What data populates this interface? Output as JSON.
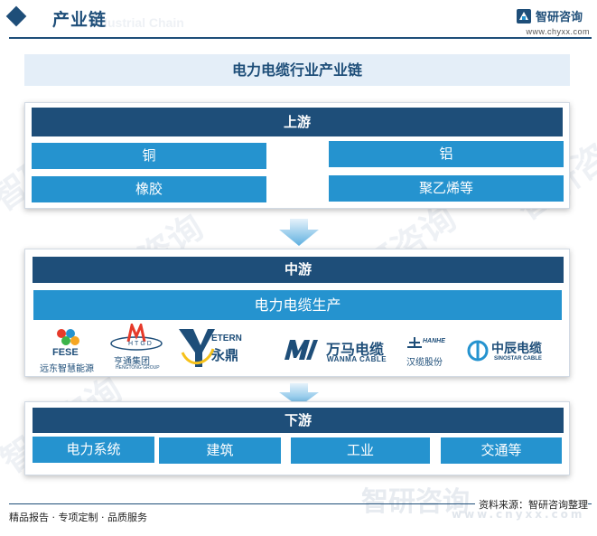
{
  "header": {
    "title": "产业链",
    "ghost_text": "Industrial Chain",
    "brand_name": "智研咨询",
    "brand_url": "www.chyxx.com"
  },
  "diagram": {
    "title": "电力电缆行业产业链",
    "upstream": {
      "label": "上游",
      "items": [
        "铜",
        "铝",
        "橡胶",
        "聚乙烯等"
      ]
    },
    "midstream": {
      "label": "中游",
      "product": "电力电缆生产",
      "companies": [
        {
          "mark": "FESE",
          "name": "远东智慧能源"
        },
        {
          "mark": "HTGD",
          "name": "亨通集团",
          "name_en": "HENGTONG GROUP"
        },
        {
          "mark": "ETERN",
          "name": "永鼎"
        },
        {
          "mark": "M",
          "name": "万马电缆",
          "name_en": "WANMA CABLE"
        },
        {
          "mark": "HANHE",
          "name": "汉缆股份"
        },
        {
          "mark": "中辰",
          "name": "中辰电缆",
          "name_en": "SINOSTAR CABLE"
        }
      ]
    },
    "downstream": {
      "label": "下游",
      "items": [
        "电力系统",
        "建筑",
        "工业",
        "交通等"
      ]
    }
  },
  "watermark": {
    "text": "智研咨询",
    "url": "www.chyxx.com"
  },
  "footer": {
    "left": "精品报告 · 专项定制 · 品质服务",
    "source": "资料来源：智研咨询整理"
  },
  "colors": {
    "dark_blue": "#1e4e79",
    "cell_blue": "#2593cf",
    "title_bg": "#e4eef8"
  }
}
